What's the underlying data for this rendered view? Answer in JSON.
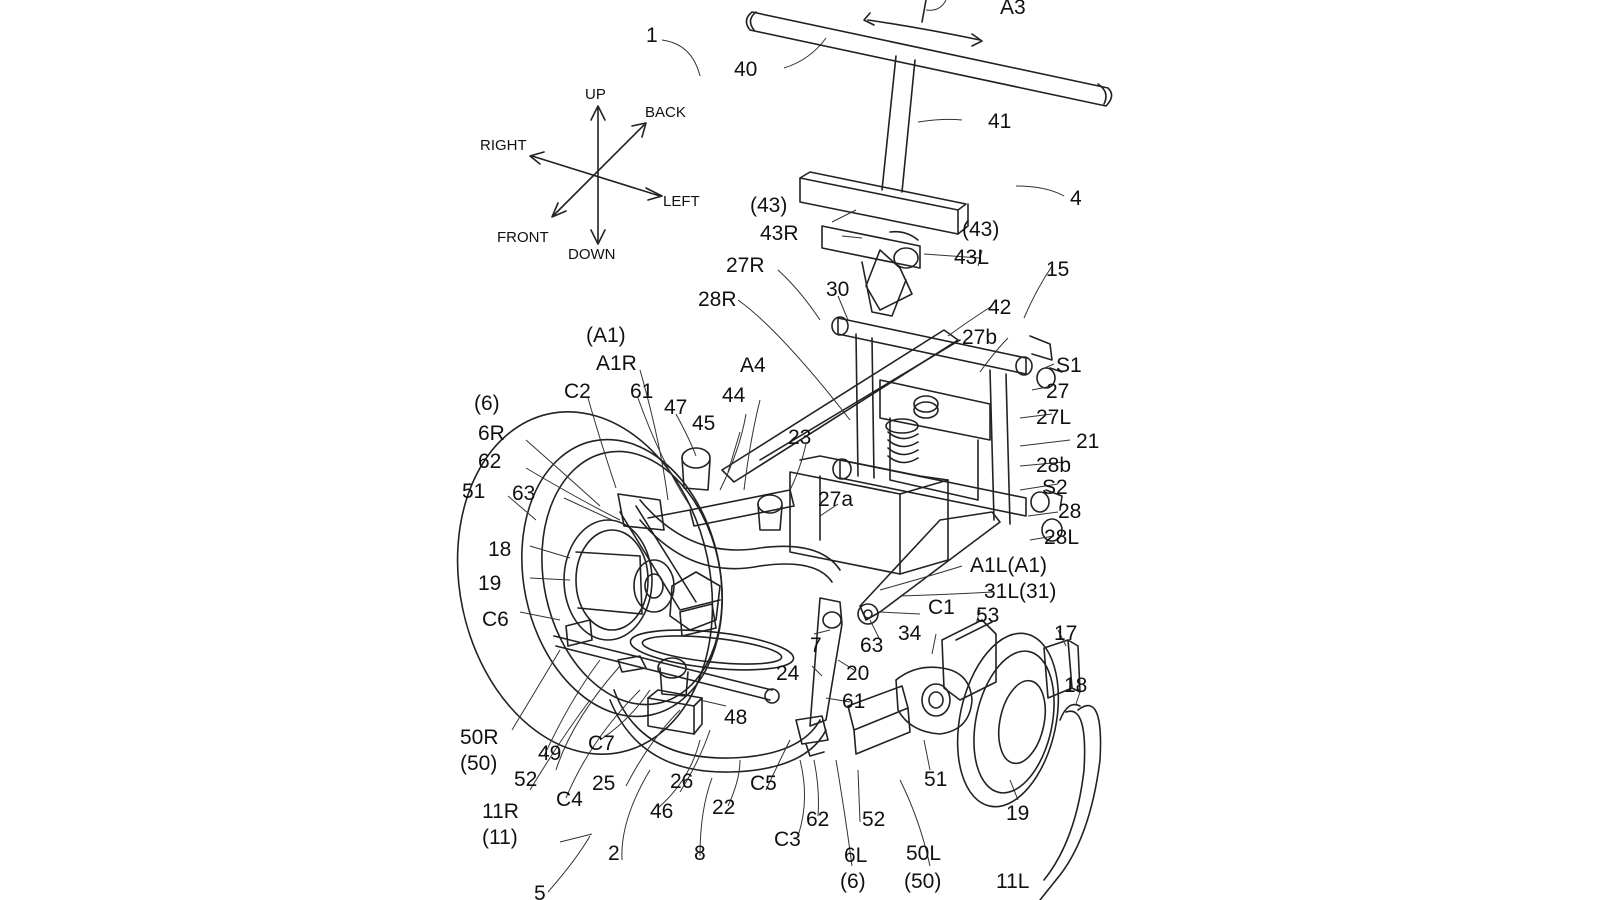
{
  "figure": {
    "labels": {
      "l1": "1",
      "l40": "40",
      "lA3": "A3",
      "l41": "41",
      "l4": "4",
      "l43a": "(43)",
      "l43R": "43R",
      "l43b": "(43)",
      "l43L": "43L",
      "l27R": "27R",
      "l30": "30",
      "l28R": "28R",
      "l15": "15",
      "l42": "42",
      "l27b": "27b",
      "lA1p": "(A1)",
      "lA1R": "A1R",
      "lA4": "A4",
      "lS1": "S1",
      "l27": "27",
      "l27L": "27L",
      "lC2": "C2",
      "l61a": "61",
      "l47": "47",
      "l44": "44",
      "l45": "45",
      "l6p": "(6)",
      "l6R": "6R",
      "l62a": "62",
      "l23": "23",
      "l21": "21",
      "l28b": "28b",
      "l51a": "51",
      "l63a": "63",
      "lS2": "S2",
      "l28": "28",
      "l27a": "27a",
      "l18a": "18",
      "l28L": "28L",
      "lA1L": "A1L(A1)",
      "l19a": "19",
      "l31L": "31L(31)",
      "lC1": "C1",
      "l53": "53",
      "lC6": "C6",
      "l34": "34",
      "l63b": "63",
      "l17": "17",
      "l7": "7",
      "l24": "24",
      "l20": "20",
      "l18b": "18",
      "l61b": "61",
      "l48": "48",
      "l51b": "51",
      "l50R": "50R",
      "l50p": "(50)",
      "lC7": "C7",
      "l49": "49",
      "l52a": "52",
      "lC4": "C4",
      "l25": "25",
      "l26": "26",
      "lC5": "C5",
      "l11R": "11R",
      "l11p": "(11)",
      "l46": "46",
      "l22": "22",
      "l62b": "62",
      "l52b": "52",
      "l50L": "50L",
      "l19b": "19",
      "l2": "2",
      "l8": "8",
      "lC3": "C3",
      "l6L": "6L",
      "l6p2": "(6)",
      "l50p2": "(50)",
      "l5": "5",
      "l11L": "11L"
    },
    "directions": {
      "up": "UP",
      "down": "DOWN",
      "back": "BACK",
      "front": "FRONT",
      "left": "LEFT",
      "right": "RIGHT"
    }
  }
}
